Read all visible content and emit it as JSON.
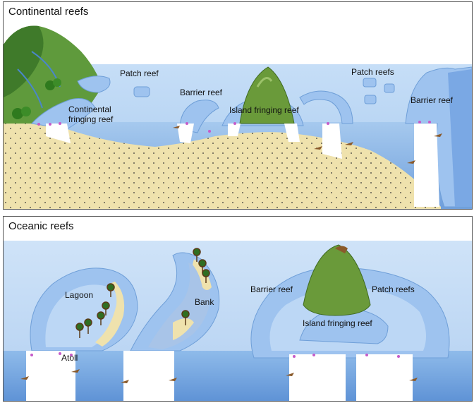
{
  "panels": {
    "continental": {
      "title": "Continental reefs",
      "labels": {
        "patch_reef": "Patch reef",
        "barrier_reef_left": "Barrier reef",
        "continental_fringing_reef": "Continental fringing reef",
        "island_fringing_reef": "Island fringing reef",
        "patch_reefs": "Patch reefs",
        "barrier_reef_right": "Barrier reef"
      }
    },
    "oceanic": {
      "title": "Oceanic reefs",
      "labels": {
        "lagoon": "Lagoon",
        "atoll": "Atoll",
        "bank": "Bank",
        "barrier_reef": "Barrier reef",
        "patch_reefs": "Patch reefs",
        "island_fringing_reef": "Island fringing reef"
      }
    }
  },
  "colors": {
    "sky": "#ffffff",
    "shallow_water": "#bcd7f5",
    "deep_water": "#8fbbea",
    "reef": "#9ec3ef",
    "reef_edge": "#6f9fd8",
    "sand": "#efe2ad",
    "island_green": "#6a9a3a",
    "reef_wall": "#ffffff"
  }
}
